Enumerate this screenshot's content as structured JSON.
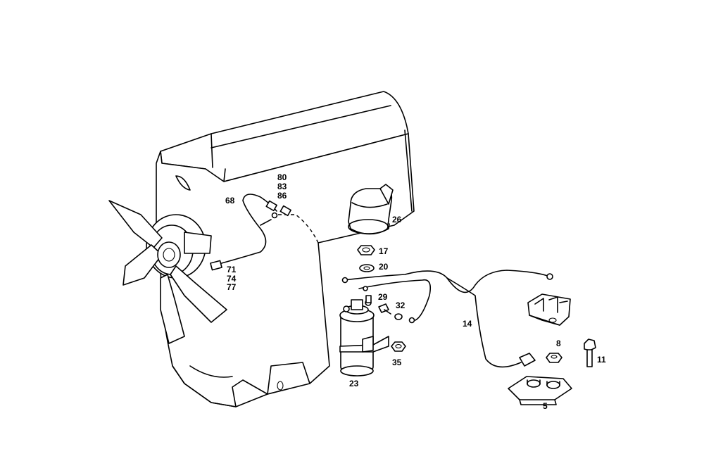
{
  "diagram": {
    "callouts": {
      "c80": "80",
      "c83": "83",
      "c86": "86",
      "c68": "68",
      "c26": "26",
      "c17": "17",
      "c20": "20",
      "c71": "71",
      "c74": "74",
      "c77": "77",
      "c29": "29",
      "c32": "32",
      "c14": "14",
      "c23": "23",
      "c35": "35",
      "c8": "8",
      "c11": "11",
      "c5": "5"
    }
  }
}
